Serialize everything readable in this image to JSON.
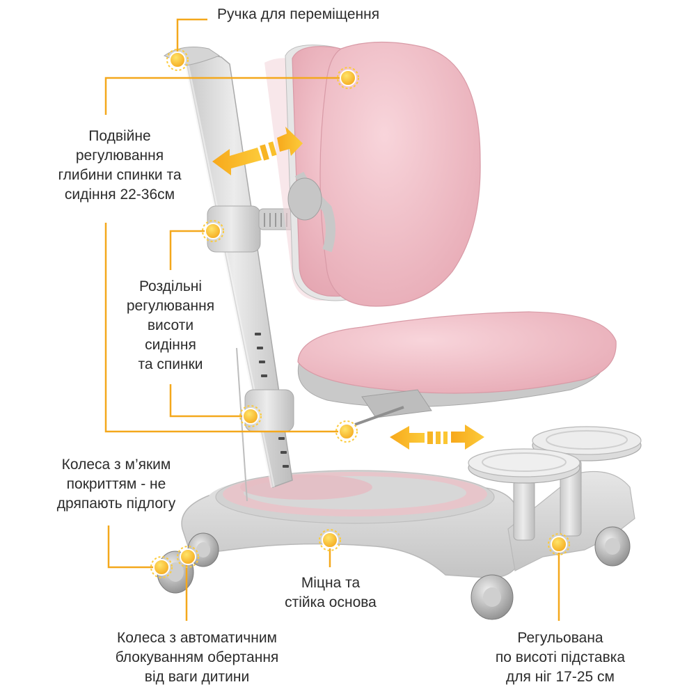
{
  "colors": {
    "callout": "#f4a81c",
    "callout_core": "#fdd33b",
    "upholstery": "#f1c3cb",
    "upholstery_shade": "#e3a9b3",
    "frame": "#d9d9d9",
    "frame_dark": "#a9a9a9"
  },
  "labels": {
    "handle": [
      "Ручка для переміщення"
    ],
    "depth": [
      "Подвійне",
      "регулювання",
      "глибини спинки та",
      "сидіння 22-36см"
    ],
    "height": [
      "Роздільні",
      "регулювання",
      "висоти",
      "сидіння",
      "та спинки"
    ],
    "soft_wheels": [
      "Колеса з м’яким",
      "покриттям - не",
      "дряпають підлогу"
    ],
    "base": [
      "Міцна та",
      "стійка основа"
    ],
    "lock_wheels": [
      "Колеса з автоматичним",
      "блокуванням обертання",
      "від ваги дитини"
    ],
    "footrest": [
      "Регульована",
      "по висоті підставка",
      "для ніг 17-25 см"
    ]
  }
}
